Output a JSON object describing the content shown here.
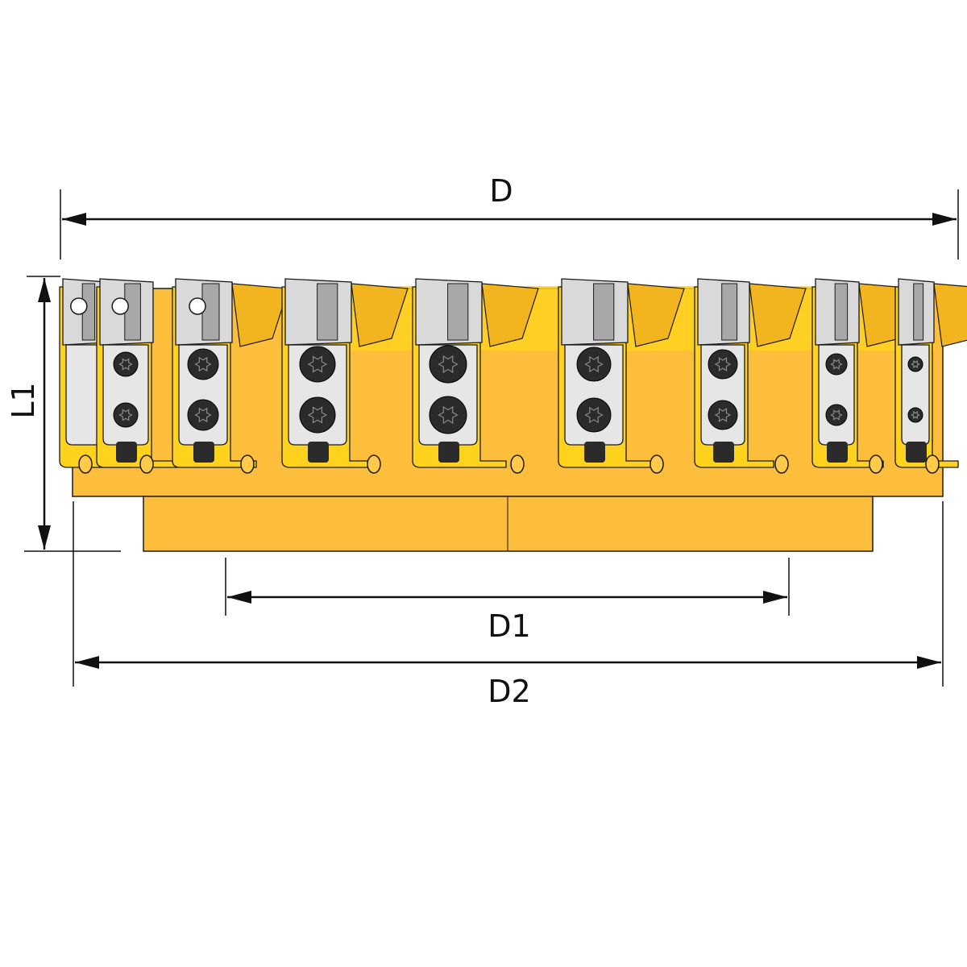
{
  "labels": {
    "d": "D",
    "d1": "D1",
    "d2": "D2",
    "l1": "L1"
  },
  "colors": {
    "body": "#FDBE3C",
    "body_highlight": "#FFD21E",
    "insert": "#D9D9D9",
    "insert_dark": "#A8A8A8",
    "screw": "#2B2B2B",
    "line": "#111111"
  },
  "icons": {
    "arrow": "arrowhead-icon",
    "screw": "torx-screw-icon"
  }
}
